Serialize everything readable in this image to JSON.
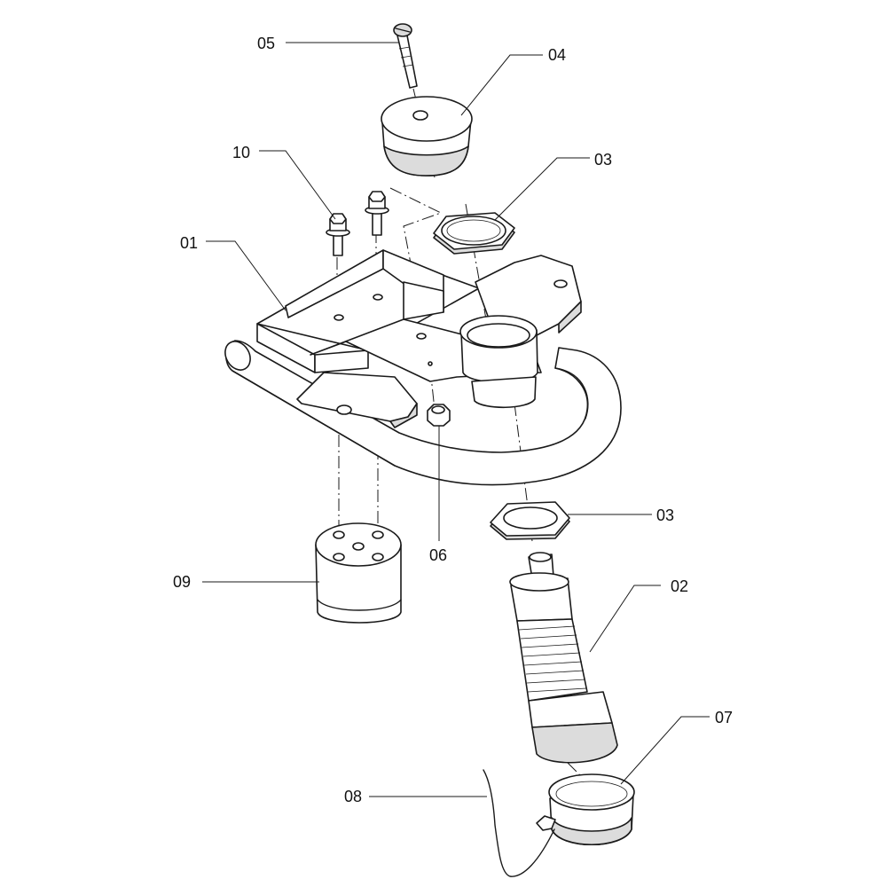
{
  "callouts": {
    "p01": "01",
    "p02": "02",
    "p03a": "03",
    "p03b": "03",
    "p04": "04",
    "p05": "05",
    "p06": "06",
    "p07": "07",
    "p08": "08",
    "p09": "09",
    "p10": "10"
  }
}
